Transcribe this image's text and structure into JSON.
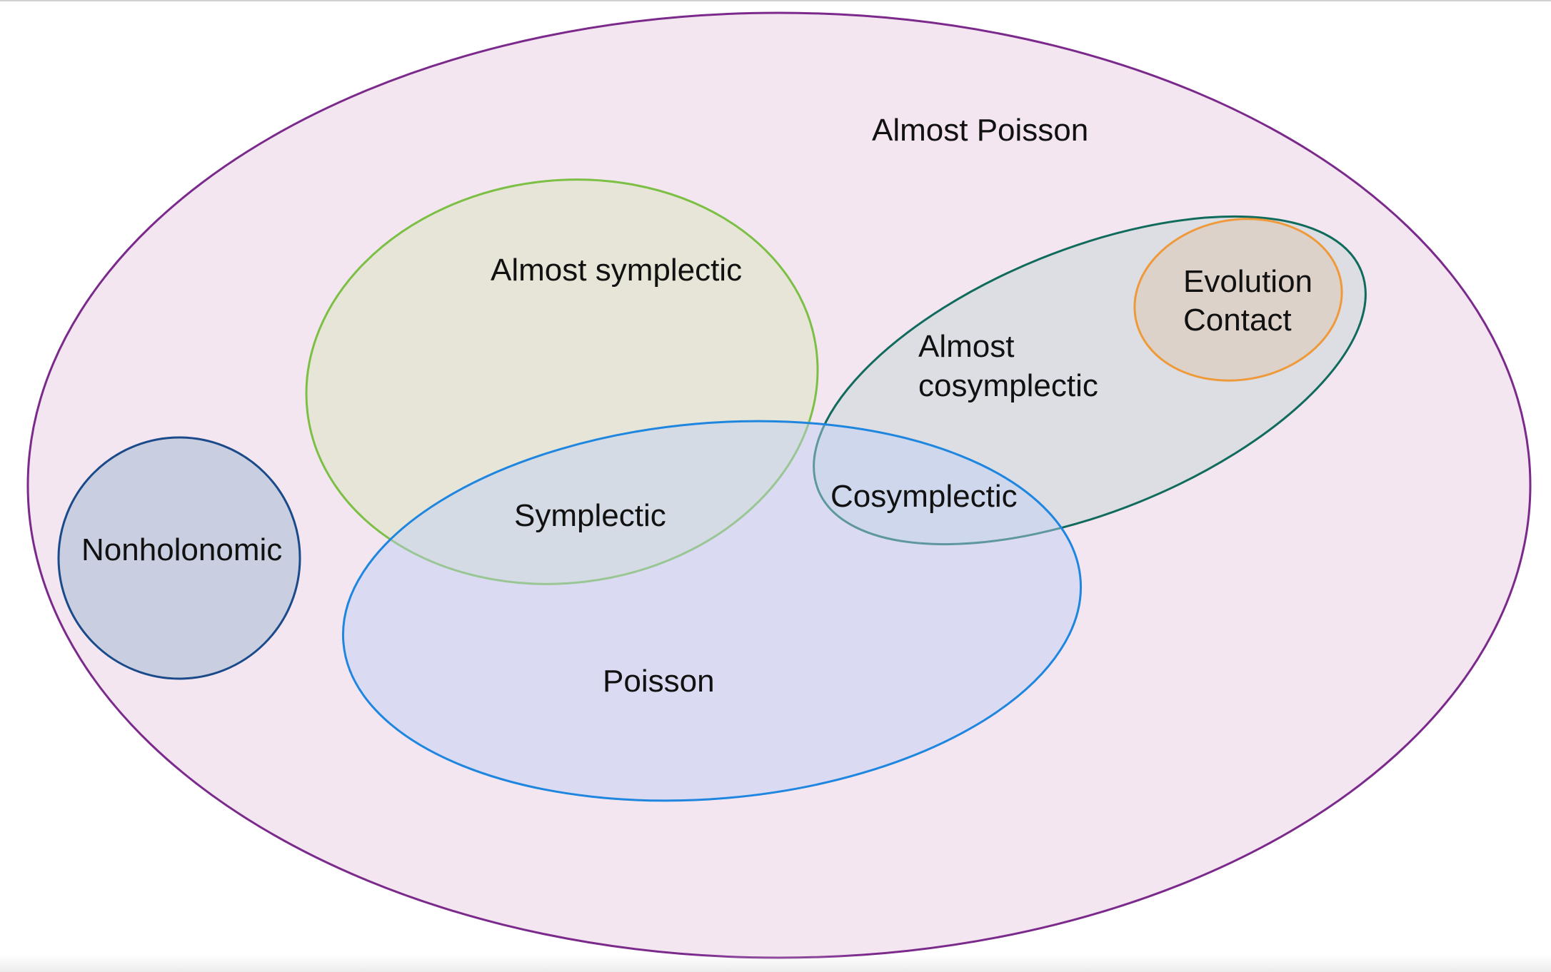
{
  "sets": {
    "almost_poisson": {
      "label": "Almost Poisson",
      "stroke": "#7b2a8c",
      "fill": "#f3e6f1"
    },
    "almost_symplectic": {
      "label": "Almost symplectic",
      "stroke": "#7cbf45",
      "fill": "#dde4c2"
    },
    "poisson": {
      "label": "Poisson",
      "stroke": "#1f86e0",
      "fill": "#bccff4"
    },
    "symplectic": {
      "label": "Symplectic"
    },
    "almost_cosymplectic": {
      "label_line1": "Almost",
      "label_line2": "cosymplectic",
      "stroke": "#116b5c",
      "fill": "#c8d7d8"
    },
    "cosymplectic": {
      "label": "Cosymplectic"
    },
    "evolution_contact": {
      "label_line1": "Evolution",
      "label_line2": "Contact",
      "stroke": "#ef9a3a",
      "fill": "#ddc9b8"
    },
    "nonholonomic": {
      "label": "Nonholonomic",
      "stroke": "#1a4a8a",
      "fill": "#c9cfe0"
    }
  }
}
